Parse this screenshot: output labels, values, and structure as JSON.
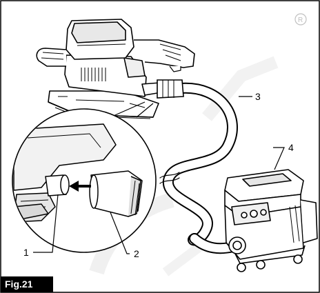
{
  "figure": {
    "tag": "Fig.21",
    "callouts": [
      "1",
      "2",
      "3",
      "4"
    ],
    "colors": {
      "line": "#000000",
      "fill": "#ffffff",
      "shade": "#d9d9d9",
      "tag_bg": "#000000",
      "tag_text": "#ffffff"
    }
  }
}
